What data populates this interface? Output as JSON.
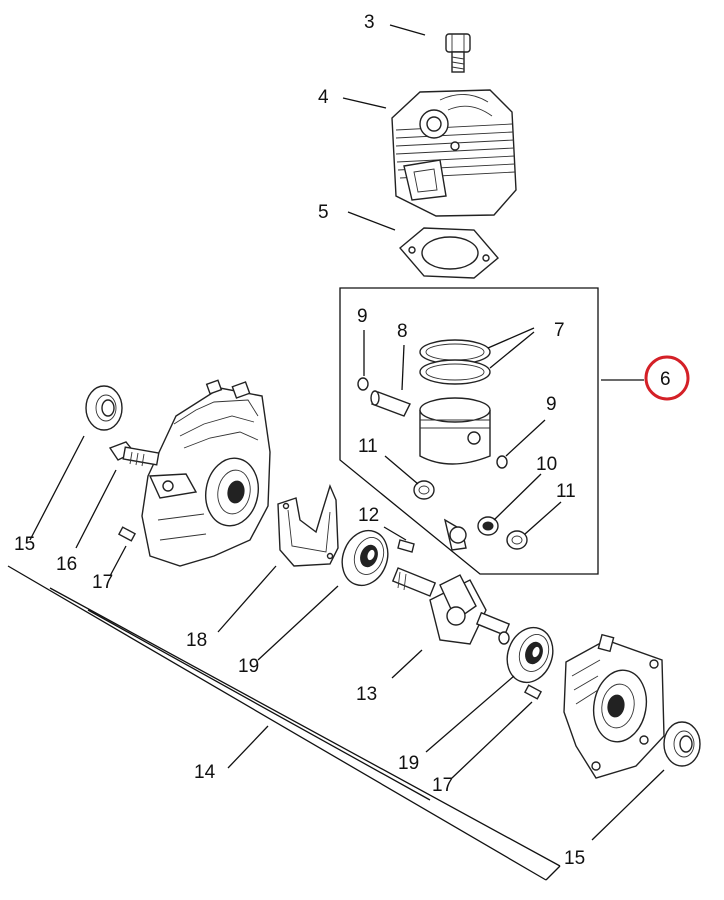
{
  "diagram": {
    "labels": {
      "l3": "3",
      "l4": "4",
      "l5": "5",
      "l6": "6",
      "l7": "7",
      "l8": "8",
      "l9a": "9",
      "l9b": "9",
      "l10": "10",
      "l11a": "11",
      "l11b": "11",
      "l12": "12",
      "l13": "13",
      "l14": "14",
      "l15a": "15",
      "l15b": "15",
      "l16": "16",
      "l17a": "17",
      "l17b": "17",
      "l18": "18",
      "l19a": "19",
      "l19b": "19"
    },
    "highlighted_label": "6",
    "highlight_color": "#d42027",
    "line_color": "#111111"
  }
}
